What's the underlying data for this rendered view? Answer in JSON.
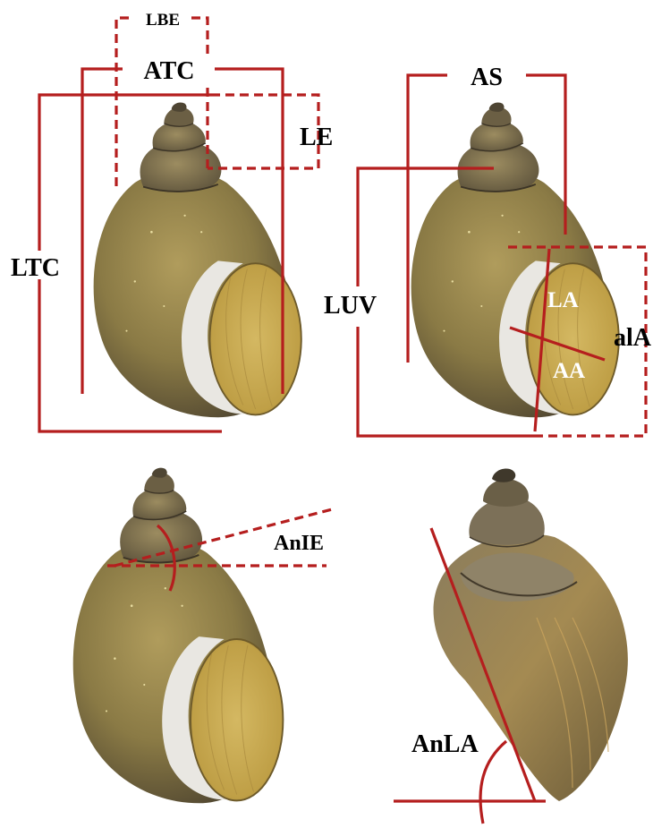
{
  "colors": {
    "measure": "#b51e1e",
    "shell_body": "#8a7a45",
    "shell_dark": "#4f4530",
    "shell_light": "#b6a46a",
    "aperture": "#c5a74e",
    "lip": "#e9e7e2",
    "worn": "#9a8a6a"
  },
  "panels": [
    {
      "name": "top-left",
      "labels": {
        "lbe": "LBE",
        "atc": "ATC",
        "le": "LE",
        "ltc": "LTC"
      }
    },
    {
      "name": "top-right",
      "labels": {
        "as": "AS",
        "luv": "LUV",
        "la": "LA",
        "aa": "AA",
        "ala": "alA"
      }
    },
    {
      "name": "bottom-left",
      "labels": {
        "anie": "AnIE"
      }
    },
    {
      "name": "bottom-right",
      "labels": {
        "anla": "AnLA"
      }
    }
  ]
}
